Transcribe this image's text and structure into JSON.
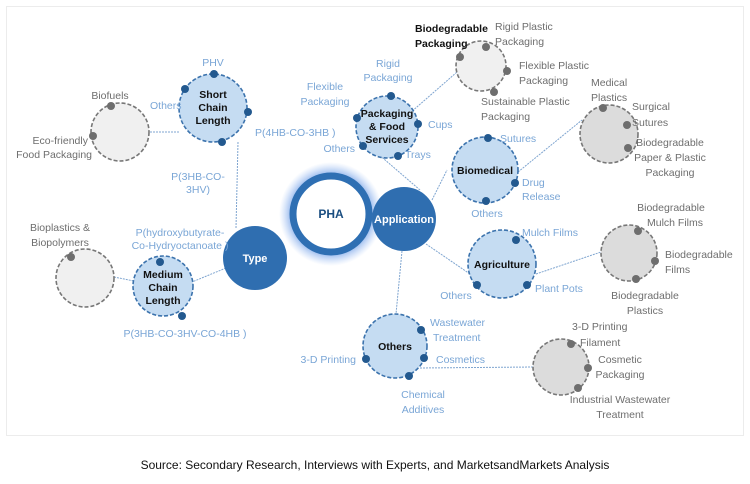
{
  "center": "PHA",
  "hubs": {
    "type": "Type",
    "application": "Application"
  },
  "type": {
    "short_chain": {
      "label": [
        "Short",
        "Chain",
        "Length"
      ],
      "items": {
        "phv": "PHV",
        "others": "Others",
        "p4hb": "P(4HB-CO-3HB )",
        "p3hb": [
          "P(3HB-CO-",
          "3HV)"
        ]
      },
      "applications": {
        "biofuels": "Biofuels",
        "eco": [
          "Eco-friendly",
          "Food Packaging"
        ]
      }
    },
    "medium_chain": {
      "label": [
        "Medium",
        "Chain",
        "Length"
      ],
      "items": {
        "phbo": [
          "P(hydroxybutyrate-",
          "Co-Hydryoctanoate )"
        ],
        "p3hb4hb": "P(3HB-CO-3HV-CO-4HB )"
      },
      "applications": {
        "bioplastics": [
          "Bioplastics &",
          "Biopolymers"
        ]
      }
    }
  },
  "application": {
    "packaging": {
      "label": [
        "Packaging",
        "& Food",
        "Services"
      ],
      "items": {
        "rigid": [
          "Rigid",
          "Packaging"
        ],
        "flexible": [
          "Flexible",
          "Packaging"
        ],
        "cups": "Cups",
        "others": "Others",
        "trays": "Trays"
      },
      "applications": {
        "biodegradable": [
          "Biodegradable",
          "Packaging"
        ],
        "rigid_plastic": [
          "Rigid Plastic",
          "Packaging"
        ],
        "flexible_plastic": [
          "Flexible Plastic",
          "Packaging"
        ],
        "sustainable": [
          "Sustainable Plastic",
          "Packaging"
        ]
      }
    },
    "biomedical": {
      "label": "Biomedical",
      "items": {
        "sutures": "Sutures",
        "drug": [
          "Drug",
          "Release"
        ],
        "others": "Others"
      },
      "applications": {
        "medical": [
          "Medical",
          "Plastics"
        ],
        "surgical": [
          "Surgical",
          "Sutures"
        ],
        "paper": [
          "Biodegradable",
          "Paper & Plastic",
          "Packaging"
        ]
      }
    },
    "agriculture": {
      "label": "Agriculture",
      "items": {
        "mulch": "Mulch Films",
        "pots": "Plant Pots",
        "others": "Others"
      },
      "applications": {
        "mulch": [
          "Biodegradable",
          "Mulch Films"
        ],
        "films": [
          "Biodegradable",
          "Films"
        ],
        "plastics": [
          "Biodegradable",
          "Plastics"
        ]
      }
    },
    "others": {
      "label": "Others",
      "items": {
        "wastewater": [
          "Wastewater",
          "Treatment"
        ],
        "cosmetics": "Cosmetics",
        "printing": "3-D Printing",
        "chemical": [
          "Chemical",
          "Additives"
        ]
      },
      "applications": {
        "filament": [
          "3-D Printing",
          "Filament"
        ],
        "cosmetic": [
          "Cosmetic",
          "Packaging"
        ],
        "industrial": [
          "Industrial Wastewater",
          "Treatment"
        ]
      }
    }
  },
  "source": "Source: Secondary Research, Interviews with Experts, and MarketsandMarkets Analysis"
}
